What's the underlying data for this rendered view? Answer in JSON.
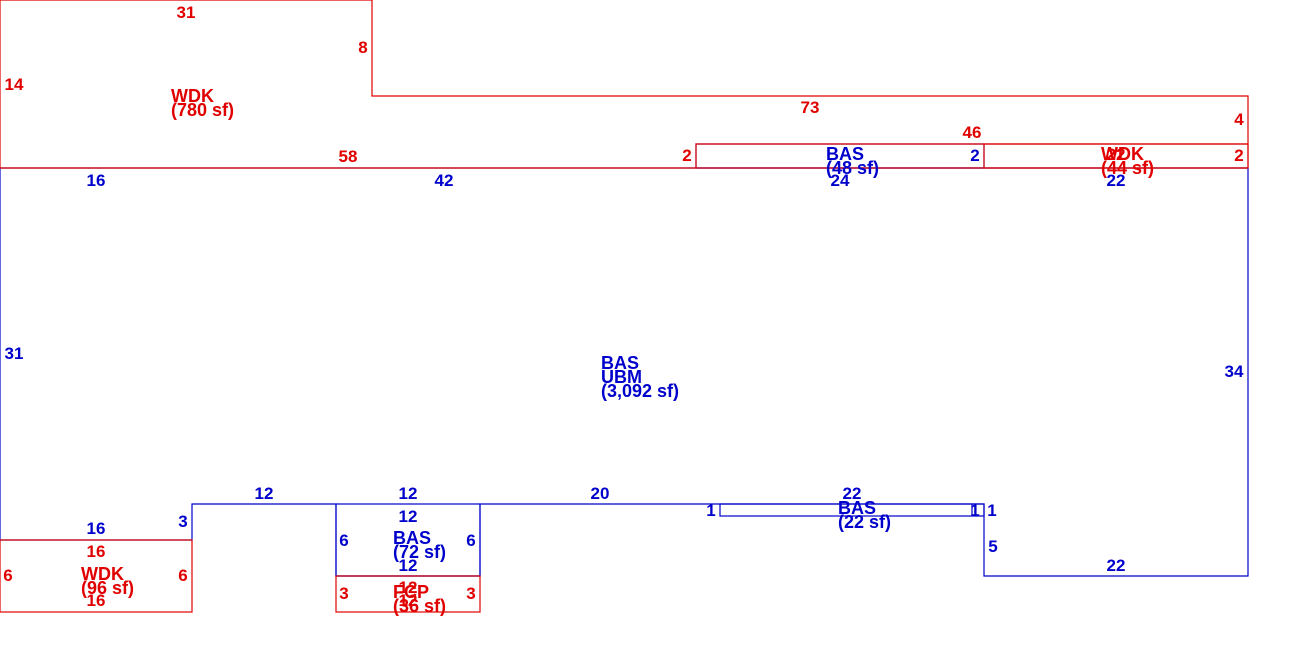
{
  "colors": {
    "blue": "#0000cc",
    "red": "#e00000",
    "background": "#ffffff"
  },
  "areas": {
    "wdk_main": {
      "code": "WDK",
      "area": "(780 sf)"
    },
    "bas_top": {
      "code": "BAS",
      "area": "(48 sf)"
    },
    "wdk_right": {
      "code": "WDK",
      "area": "(44 sf)"
    },
    "bas_main": {
      "code": "BAS",
      "code2": "UBM",
      "area": "(3,092 sf)"
    },
    "bas_bottom": {
      "code": "BAS",
      "area": "(72 sf)"
    },
    "fcp": {
      "code": "FCP",
      "area": "(36 sf)"
    },
    "wdk_bottom": {
      "code": "WDK",
      "area": "(96 sf)"
    },
    "bas_strip": {
      "code": "BAS",
      "area": "(22 sf)"
    }
  },
  "dimensions": {
    "wdk_top": "31",
    "wdk_notch": "8",
    "wdk_left": "14",
    "wdk_bottom_edge": "58",
    "upper_run": "73",
    "upper_right": "4",
    "upper_mid": "46",
    "bas_top_left": "2",
    "bas_top_right": "2",
    "bas_top_bottom": "24",
    "wdk_right_right": "2",
    "wdk_right_top": "22",
    "wdk_right_bottom": "22",
    "main_top_a": "16",
    "main_top_b": "42",
    "main_left": "31",
    "main_right": "34",
    "step": "3",
    "seg_a": "12",
    "seg_b": "12",
    "seg_c": "20",
    "bay_top": "12",
    "bay_left": "6",
    "bay_right": "6",
    "bay_bottom": "12",
    "strip_top": "22",
    "strip_left": "1",
    "strip_right_a": "1",
    "strip_right_b": "1",
    "jog": "5",
    "bottom_right": "22",
    "left_bottom": "16",
    "wdk_b_top": "16",
    "wdk_b_left": "6",
    "wdk_b_right": "6",
    "wdk_b_bottom": "16",
    "fcp_left": "3",
    "fcp_right": "3",
    "fcp_top": "12",
    "fcp_bottom": "12"
  }
}
